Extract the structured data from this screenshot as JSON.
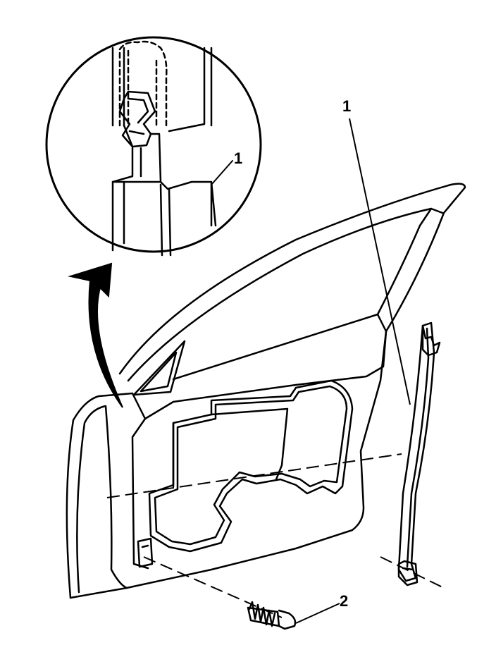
{
  "callouts": {
    "detail_part": "1",
    "main_part": "1",
    "fastener": "2"
  },
  "colors": {
    "line": "#000000",
    "background": "#ffffff"
  }
}
